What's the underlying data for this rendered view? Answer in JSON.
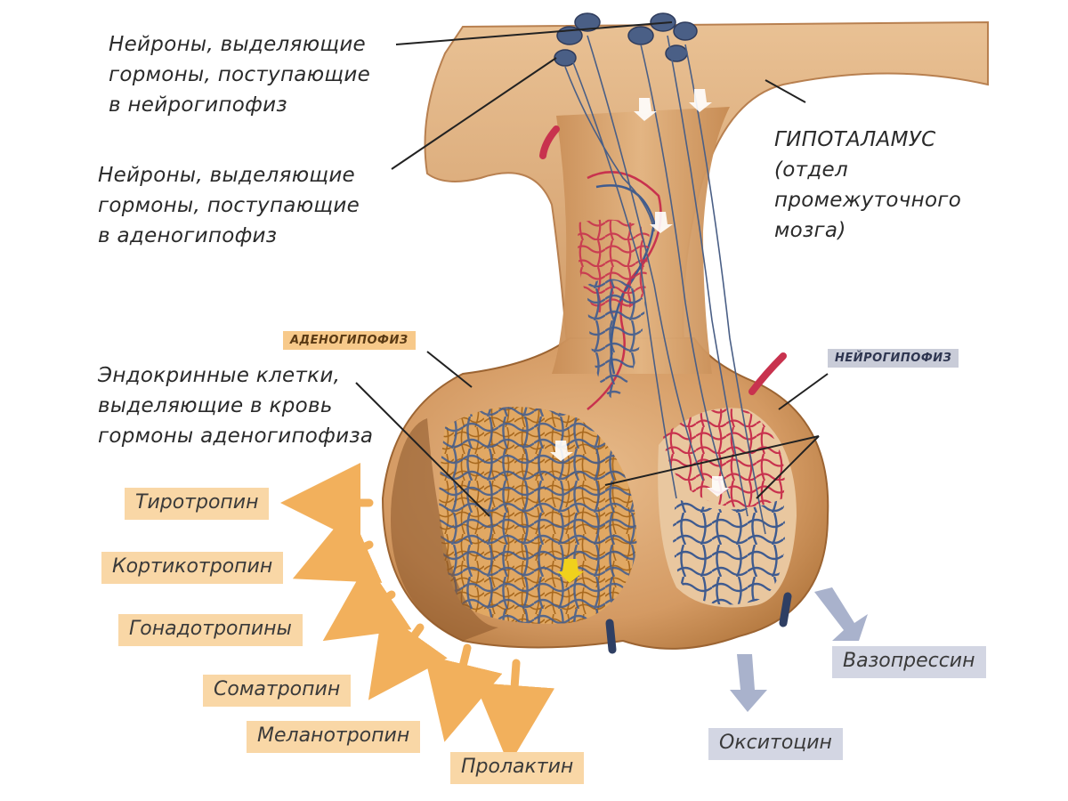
{
  "labels": {
    "neurons_neuro": [
      "Нейроны, выделяющие",
      "гормоны, поступающие",
      "в нейрогипофиз"
    ],
    "neurons_adeno": [
      "Нейроны, выделяющие",
      "гормоны, поступающие",
      "в аденогипофиз"
    ],
    "hypothalamus": [
      "ГИПОТАЛАМУС",
      "(отдел",
      "промежуточного",
      "мозга)"
    ],
    "endocrine": [
      "Эндокринные клетки,",
      "выделяющие в кровь",
      "гормоны аденогипофиза"
    ],
    "adeno_tag": "АДЕНОГИПОФИЗ",
    "neuro_tag": "НЕЙРОГИПОФИЗ"
  },
  "adeno_hormones": [
    "Тиротропин",
    "Кортикотропин",
    "Гонадотропины",
    "Соматропин",
    "Меланотропин",
    "Пролактин"
  ],
  "neuro_hormones": [
    "Вазопрессин",
    "Окситоцин"
  ],
  "colors": {
    "tissue": "#d9a877",
    "tissue_dark": "#a86e3c",
    "vein": "#3f5b8f",
    "artery": "#c8324e",
    "adeno_tag": "#f9d7a6",
    "neuro_tag": "#d3d6e3",
    "arrow_orange": "#f2b05c",
    "arrow_blue": "#a9b2cc"
  }
}
